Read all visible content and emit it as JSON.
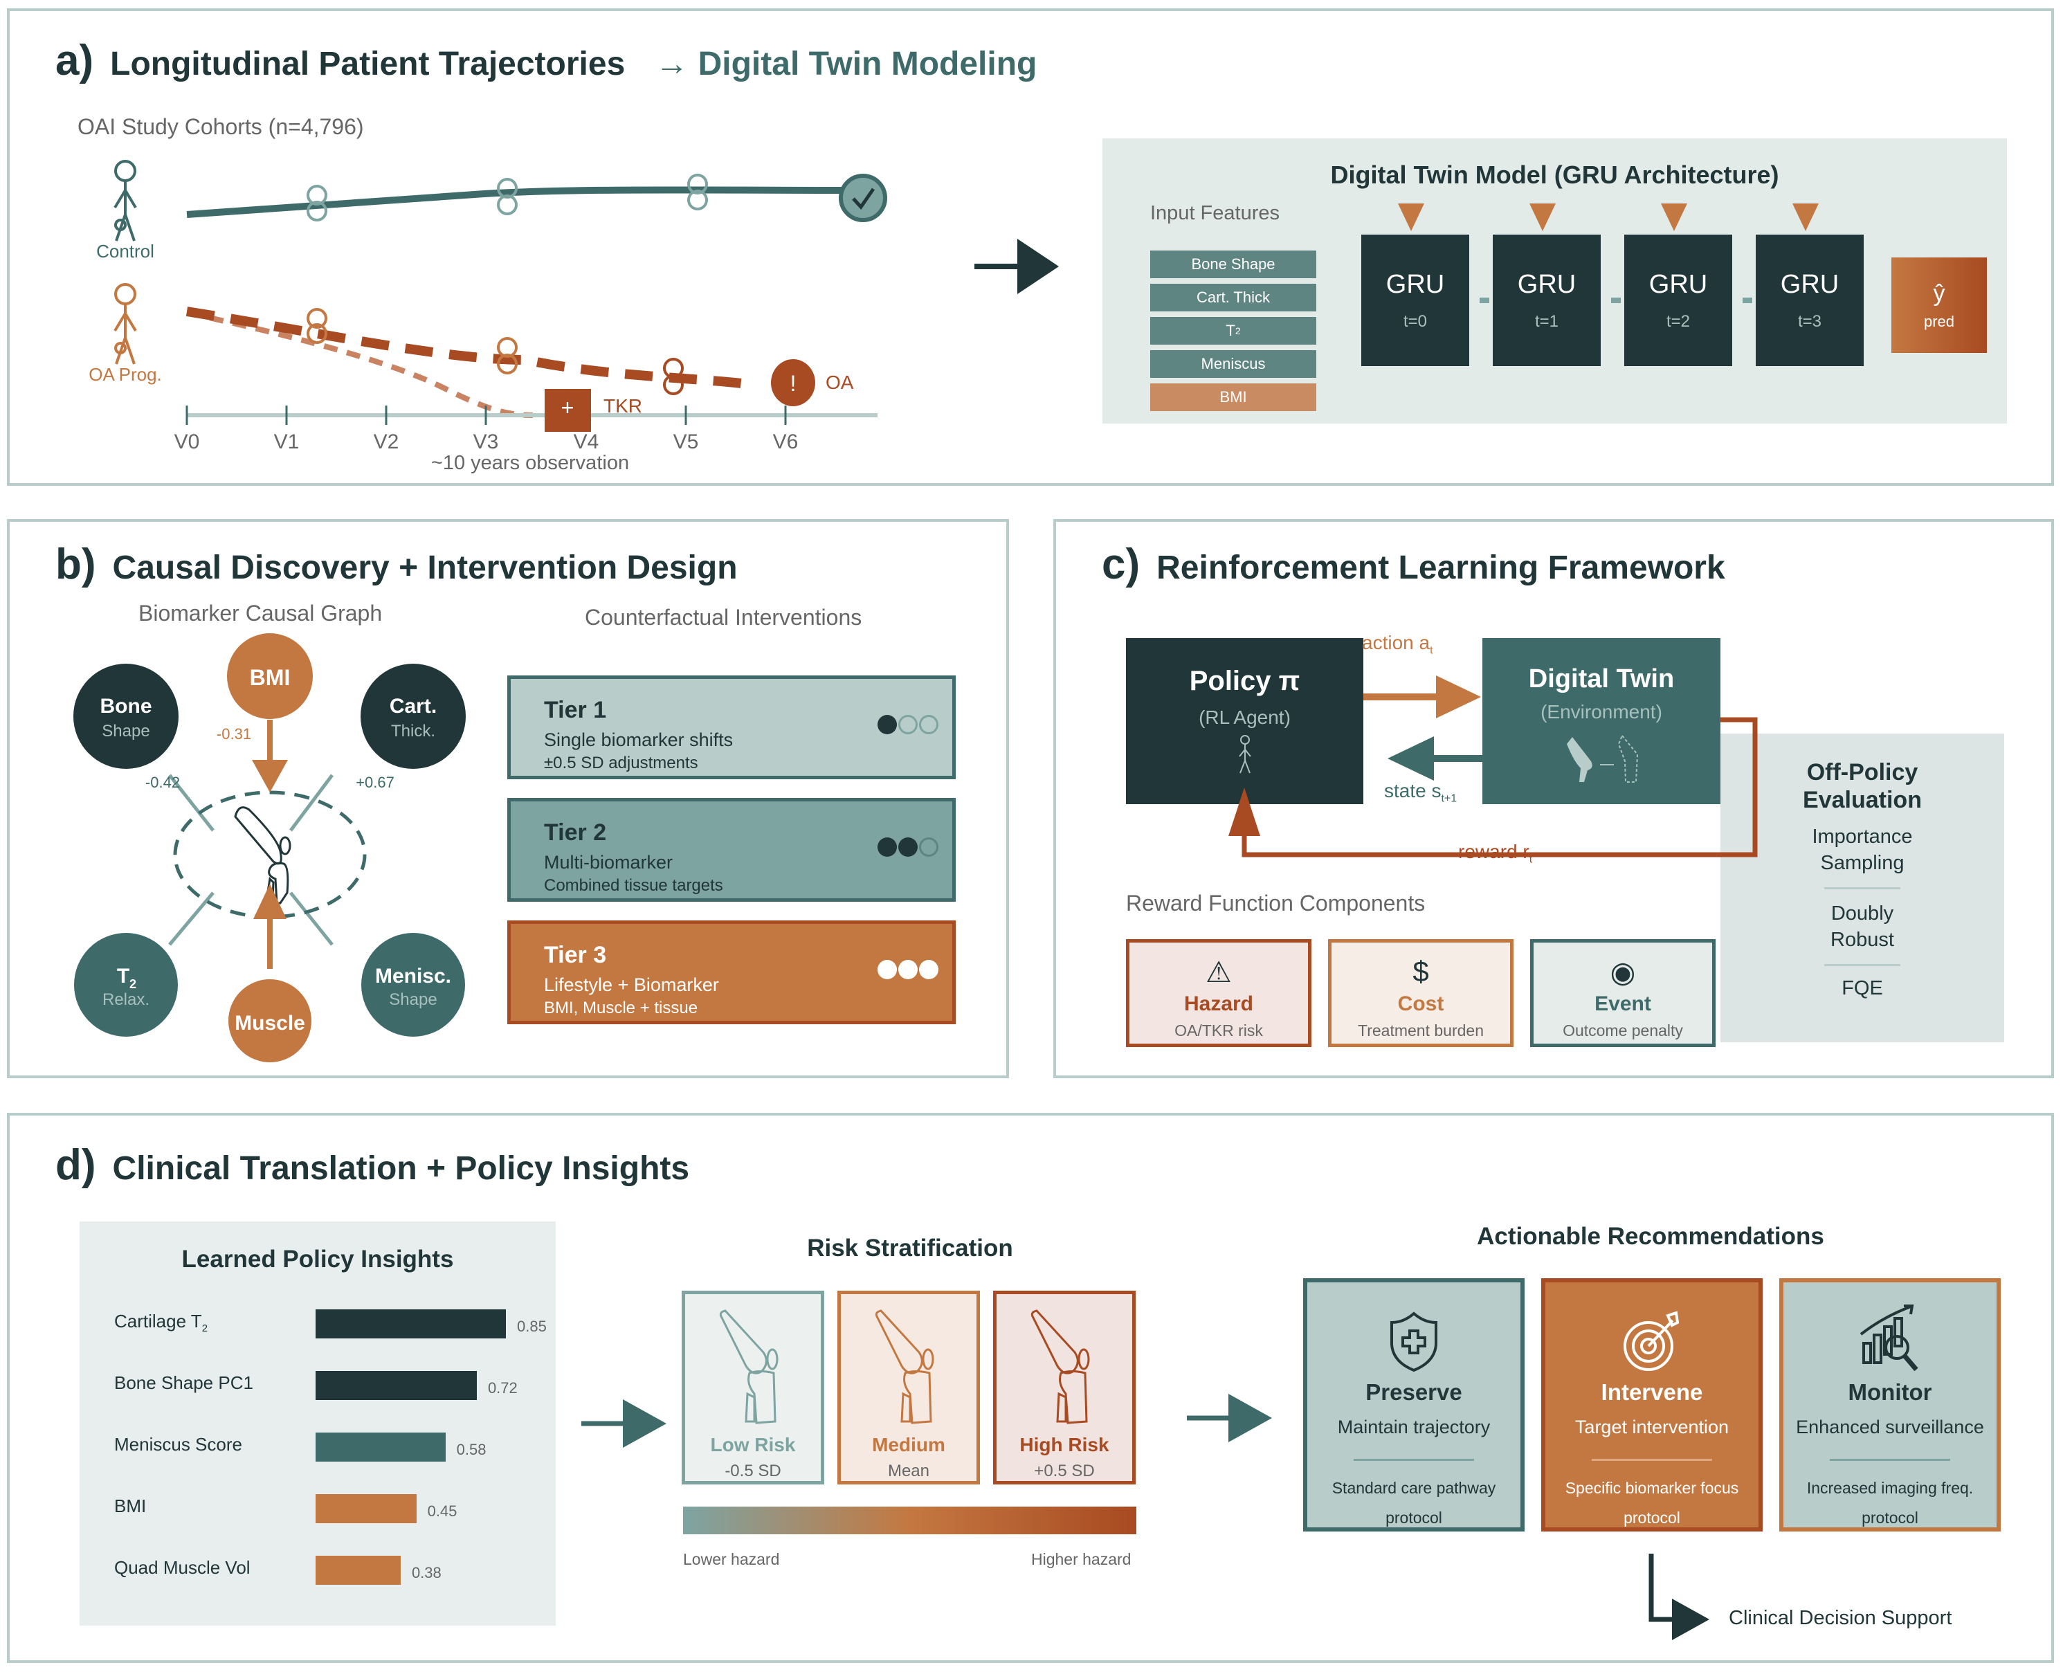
{
  "colors": {
    "dark": "#203638",
    "teal": "#3e6b69",
    "teal_mid": "#7ea4a2",
    "teal_light": "#b8cdc9",
    "orange": "#c47841",
    "rust": "#a84a22",
    "panel_bg": "#e3ebe8"
  },
  "panel_a": {
    "letter": "a)",
    "title": "Longitudinal Patient Trajectories",
    "arrow": "→",
    "title_accent": "Digital Twin Modeling",
    "cohort_label": "OAI Study Cohorts (n=4,796)",
    "groups": [
      {
        "label": "Control",
        "outcome_icon": "check-icon"
      },
      {
        "label": "OA Prog.",
        "outcome_icon": "exclamation-icon"
      }
    ],
    "visits": [
      "V0",
      "V1",
      "V2",
      "V3",
      "V4",
      "V5",
      "V6"
    ],
    "axis_caption": "~10 years observation",
    "events": {
      "tkr": "TKR",
      "tkr_symbol": "+",
      "oa": "OA",
      "oa_symbol": "!"
    },
    "model": {
      "title": "Digital Twin Model (GRU Architecture)",
      "input_label": "Input Features",
      "features": [
        "Bone Shape",
        "Cart. Thick",
        "T",
        "Meniscus",
        "BMI"
      ],
      "feature_sub": "2",
      "gru_cells": [
        {
          "label": "GRU",
          "time": "t=0"
        },
        {
          "label": "GRU",
          "time": "t=1"
        },
        {
          "label": "GRU",
          "time": "t=2"
        },
        {
          "label": "GRU",
          "time": "t=3"
        }
      ],
      "output_symbol": "ŷ",
      "output_label": "pred"
    }
  },
  "panel_b": {
    "letter": "b)",
    "title": "Causal Discovery + Intervention Design",
    "graph_label": "Biomarker Causal Graph",
    "interventions_label": "Counterfactual Interventions",
    "nodes": {
      "bone": {
        "name": "Bone",
        "sub": "Shape"
      },
      "bmi": {
        "name": "BMI"
      },
      "cart": {
        "name": "Cart.",
        "sub": "Thick."
      },
      "t2": {
        "name": "T",
        "name_sub": "2",
        "sub": "Relax."
      },
      "muscle": {
        "name": "Muscle"
      },
      "menisc": {
        "name": "Menisc.",
        "sub": "Shape"
      }
    },
    "edges": {
      "bone": "-0.42",
      "bmi": "-0.31",
      "cart": "+0.67"
    },
    "tiers": [
      {
        "title": "Tier 1",
        "line1": "Single biomarker shifts",
        "line2": "±0.5 SD adjustments",
        "level": 1
      },
      {
        "title": "Tier 2",
        "line1": "Multi-biomarker",
        "line2": "Combined tissue targets",
        "level": 2
      },
      {
        "title": "Tier 3",
        "line1": "Lifestyle + Biomarker",
        "line2": "BMI, Muscle + tissue",
        "level": 3
      }
    ]
  },
  "panel_c": {
    "letter": "c)",
    "title": "Reinforcement Learning Framework",
    "policy": {
      "title": "Policy π",
      "sub": "(RL Agent)"
    },
    "twin": {
      "title": "Digital Twin",
      "sub": "(Environment)"
    },
    "action": {
      "text": "action a",
      "sub": "t"
    },
    "state": {
      "text": "state s",
      "sub": "t+1"
    },
    "reward": {
      "text": "reward r",
      "sub": "t"
    },
    "reward_components_label": "Reward Function Components",
    "components": [
      {
        "name": "Hazard",
        "desc": "OA/TKR risk",
        "icon": "⚠"
      },
      {
        "name": "Cost",
        "desc": "Treatment burden",
        "icon": "$"
      },
      {
        "name": "Event",
        "desc": "Outcome penalty",
        "icon": "◉"
      }
    ],
    "ope": {
      "title_line1": "Off-Policy",
      "title_line2": "Evaluation",
      "methods": [
        [
          "Importance",
          "Sampling"
        ],
        [
          "Doubly",
          "Robust"
        ],
        [
          "FQE"
        ]
      ]
    }
  },
  "panel_d": {
    "letter": "d)",
    "title": "Clinical Translation + Policy Insights",
    "insights_title": "Learned Policy Insights",
    "risk_title": "Risk Stratification",
    "risks": [
      {
        "name": "Low Risk",
        "desc": "-0.5 SD"
      },
      {
        "name": "Medium",
        "desc": "Mean"
      },
      {
        "name": "High Risk",
        "desc": "+0.5 SD"
      }
    ],
    "gradient_low": "Lower hazard",
    "gradient_high": "Higher hazard",
    "rec_title": "Actionable Recommendations",
    "recommendations": [
      {
        "name": "Preserve",
        "desc": "Maintain trajectory",
        "detail": "Standard care pathway",
        "footer": "protocol"
      },
      {
        "name": "Intervene",
        "desc": "Target intervention",
        "detail": "Specific biomarker focus",
        "footer": "protocol"
      },
      {
        "name": "Monitor",
        "desc": "Enhanced surveillance",
        "detail": "Increased imaging freq.",
        "footer": "protocol"
      }
    ],
    "cds_label": "Clinical Decision Support"
  },
  "chart_data": {
    "type": "bar",
    "orientation": "horizontal",
    "title": "Learned Policy Insights",
    "categories": [
      "Cartilage T2",
      "Bone Shape PC1",
      "Meniscus Score",
      "BMI",
      "Quad Muscle Vol"
    ],
    "category_labels": [
      "Cartilage T",
      "Bone Shape PC1",
      "Meniscus Score",
      "BMI",
      "Quad Muscle Vol"
    ],
    "values": [
      0.85,
      0.72,
      0.58,
      0.45,
      0.38
    ],
    "value_labels": [
      "0.85",
      "0.72",
      "0.58",
      "0.45",
      "0.38"
    ],
    "bar_colors": [
      "#203638",
      "#203638",
      "#3e6b69",
      "#c47841",
      "#c47841"
    ],
    "xlim": [
      0,
      1
    ],
    "xlabel": "",
    "ylabel": "",
    "grid": false
  }
}
